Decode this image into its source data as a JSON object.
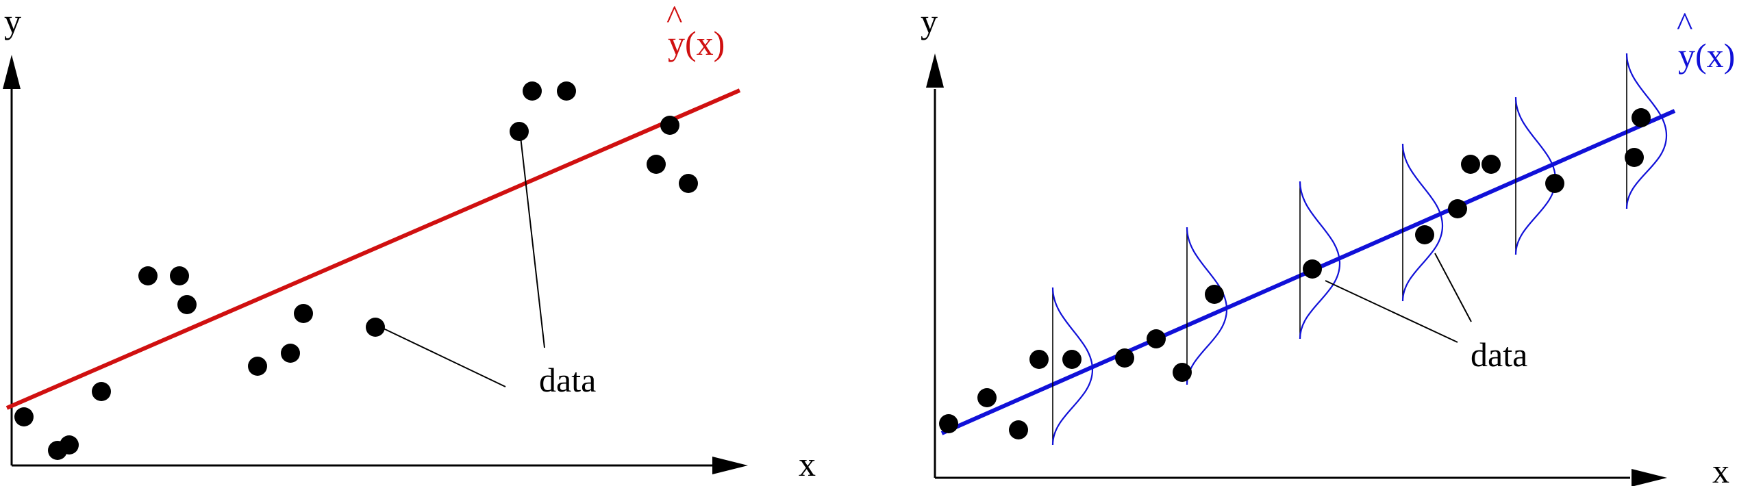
{
  "colors": {
    "left_fit": "#d01010",
    "right_fit": "#1010d8",
    "ink": "#000000"
  },
  "left_panel": {
    "y_label": "y",
    "x_label": "x",
    "fit_label": "y(x)",
    "fit_hat": "^",
    "data_label": "data"
  },
  "right_panel": {
    "y_label": "y",
    "x_label": "x",
    "fit_label": "y(x)",
    "fit_hat": "^",
    "data_label": "data"
  }
}
